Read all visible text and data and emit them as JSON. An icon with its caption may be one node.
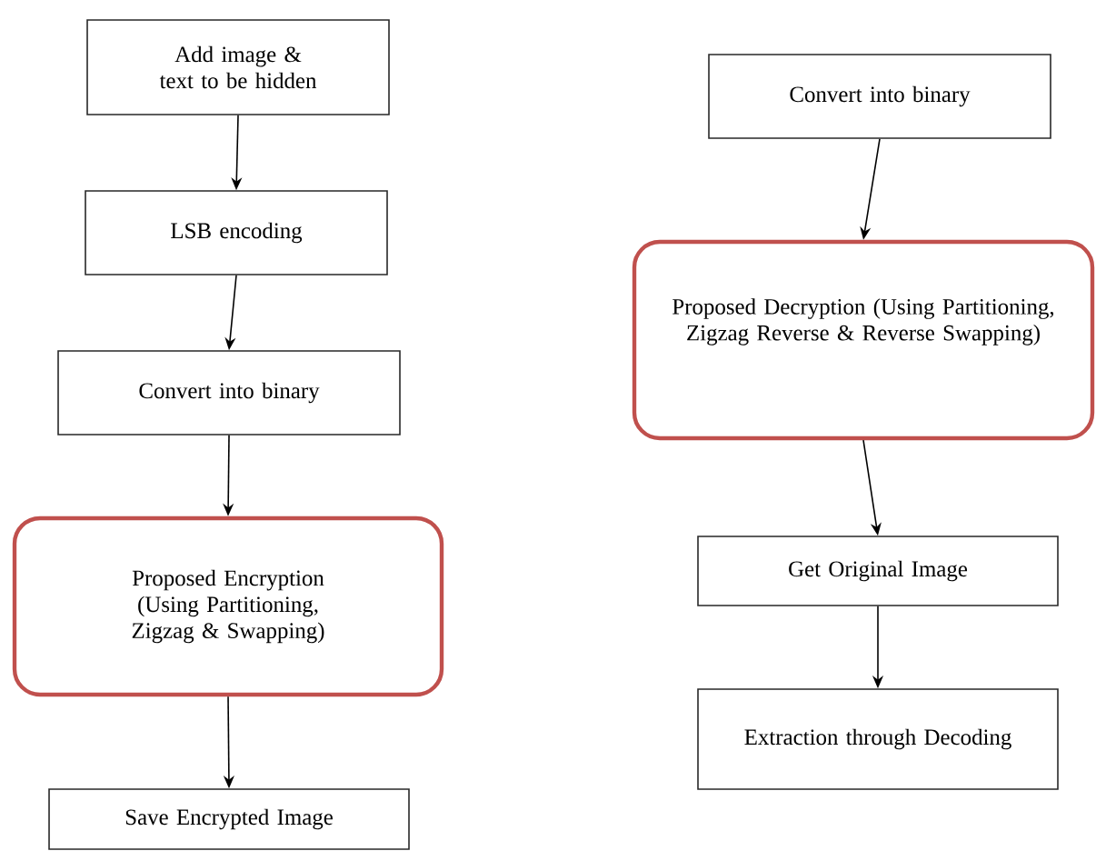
{
  "diagram": {
    "nodes": [
      {
        "text": [
          "Add image & text to be hidden"
        ]
      },
      {
        "text": [
          "LSB encoding"
        ]
      },
      {
        "text": [
          "Convert into binary"
        ]
      },
      {
        "text": [
          "Proposed Encryption (Using Partitioning, Zigzag & Swapping)"
        ]
      },
      {
        "text": [
          "Save Encrypted Image"
        ]
      },
      {
        "text": [
          "Convert into binary"
        ]
      },
      {
        "text": [
          "Proposed Decryption (Using Partitioning, Zigzag Reverse & Reverse Swapping)"
        ]
      },
      {
        "text": [
          "Get Original Image"
        ]
      },
      {
        "text": [
          "Extraction through Decoding"
        ]
      }
    ],
    "edges": [
      {
        "from": 0,
        "to": 1,
        "arrow": "to"
      },
      {
        "from": 1,
        "to": 2,
        "arrow": "to"
      },
      {
        "from": 2,
        "to": 3,
        "arrow": "to"
      },
      {
        "from": 3,
        "to": 4,
        "arrow": "to"
      },
      {
        "from": 5,
        "to": 6,
        "arrow": "to"
      },
      {
        "from": 6,
        "to": 7,
        "arrow": "to"
      },
      {
        "from": 7,
        "to": 8,
        "arrow": "to"
      }
    ]
  }
}
